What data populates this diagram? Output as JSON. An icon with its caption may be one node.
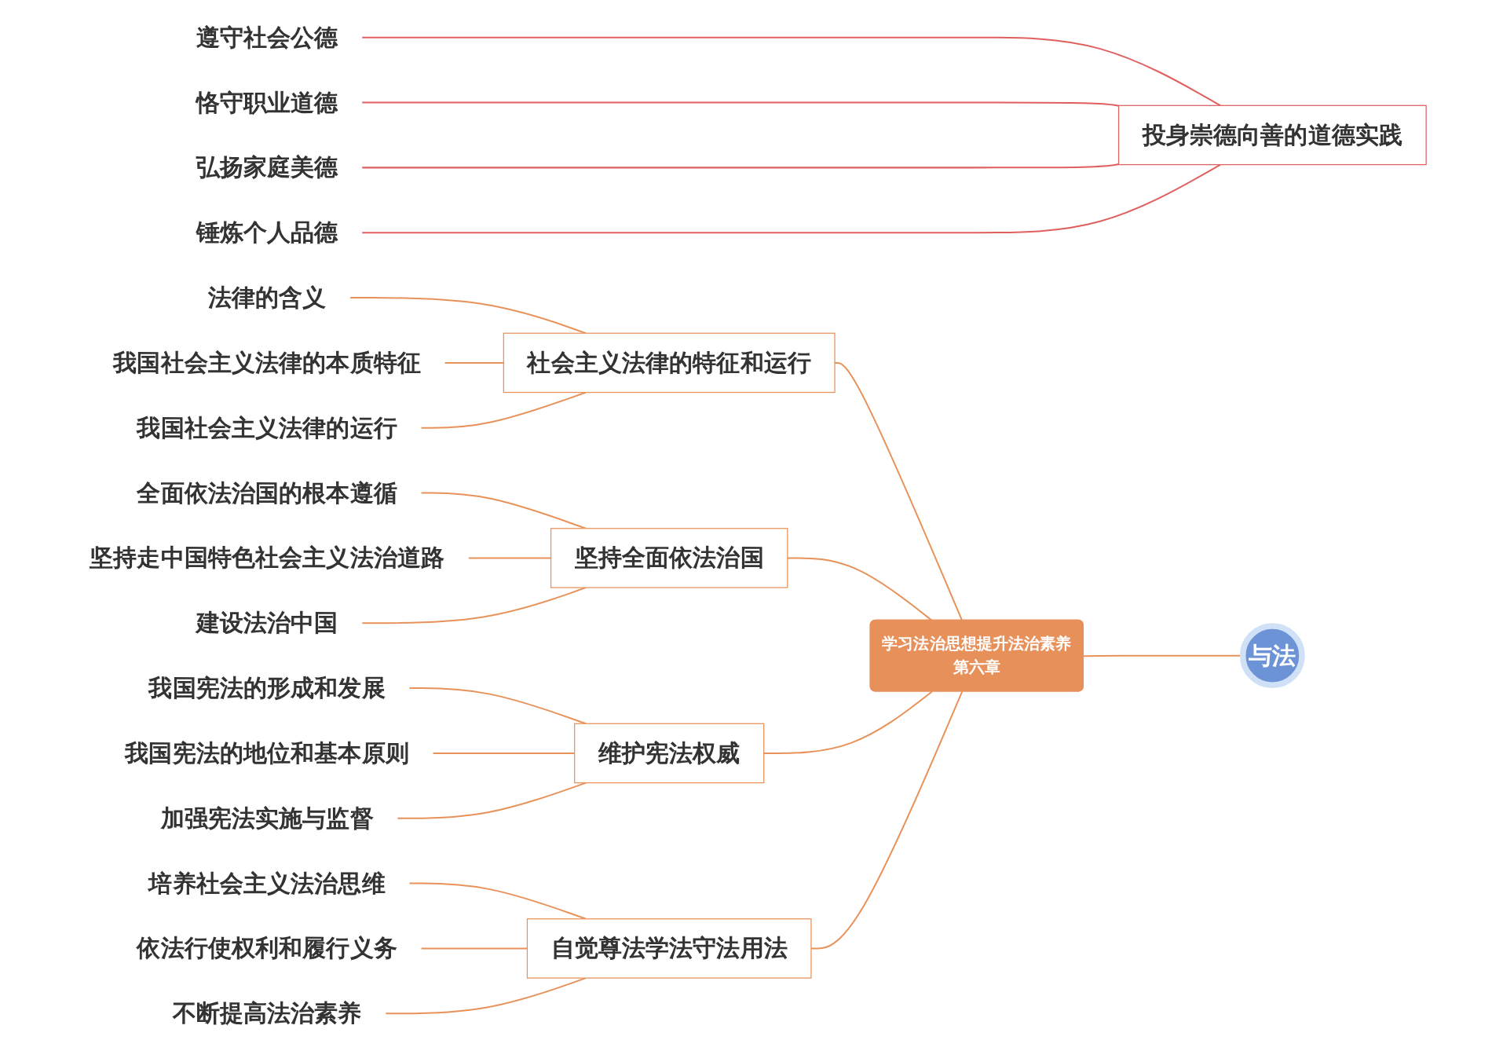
{
  "diagram": {
    "nodes": [
      {
        "text": [
          "投身崇德向善的道德实践"
        ]
      },
      {
        "text": [
          "遵守社会公德"
        ]
      },
      {
        "text": [
          "恪守职业道德"
        ]
      },
      {
        "text": [
          "弘扬家庭美德"
        ]
      },
      {
        "text": [
          "锤炼个人品德"
        ]
      },
      {
        "text": [
          "与法"
        ]
      },
      {
        "text": [
          "学习法治思想提升法治素养",
          "第六章"
        ]
      },
      {
        "text": [
          "社会主义法律的特征和运行"
        ]
      },
      {
        "text": [
          "法律的含义"
        ]
      },
      {
        "text": [
          "我国社会主义法律的本质特征"
        ]
      },
      {
        "text": [
          "我国社会主义法律的运行"
        ]
      },
      {
        "text": [
          "坚持全面依法治国"
        ]
      },
      {
        "text": [
          "全面依法治国的根本遵循"
        ]
      },
      {
        "text": [
          "坚持走中国特色社会主义法治道路"
        ]
      },
      {
        "text": [
          "建设法治中国"
        ]
      },
      {
        "text": [
          "维护宪法权威"
        ]
      },
      {
        "text": [
          "我国宪法的形成和发展"
        ]
      },
      {
        "text": [
          "我国宪法的地位和基本原则"
        ]
      },
      {
        "text": [
          "加强宪法实施与监督"
        ]
      },
      {
        "text": [
          "自觉尊法学法守法用法"
        ]
      },
      {
        "text": [
          "培养社会主义法治思维"
        ]
      },
      {
        "text": [
          "依法行使权利和履行义务"
        ]
      },
      {
        "text": [
          "不断提高法治素养"
        ]
      }
    ],
    "edges": [
      {
        "from": 0,
        "to": 1,
        "arrow": "none",
        "color": "#e06060"
      },
      {
        "from": 0,
        "to": 2,
        "arrow": "none",
        "color": "#e06060"
      },
      {
        "from": 0,
        "to": 3,
        "arrow": "none",
        "color": "#e06060"
      },
      {
        "from": 0,
        "to": 4,
        "arrow": "none",
        "color": "#e06060"
      },
      {
        "from": 5,
        "to": 6,
        "arrow": "none"
      },
      {
        "from": 6,
        "to": 7,
        "arrow": "none"
      },
      {
        "from": 7,
        "to": 8,
        "arrow": "none"
      },
      {
        "from": 7,
        "to": 9,
        "arrow": "none"
      },
      {
        "from": 7,
        "to": 10,
        "arrow": "none"
      },
      {
        "from": 6,
        "to": 11,
        "arrow": "none"
      },
      {
        "from": 11,
        "to": 12,
        "arrow": "none"
      },
      {
        "from": 11,
        "to": 13,
        "arrow": "none"
      },
      {
        "from": 11,
        "to": 14,
        "arrow": "none"
      },
      {
        "from": 6,
        "to": 15,
        "arrow": "none"
      },
      {
        "from": 15,
        "to": 16,
        "arrow": "none"
      },
      {
        "from": 15,
        "to": 17,
        "arrow": "none"
      },
      {
        "from": 15,
        "to": 18,
        "arrow": "none"
      },
      {
        "from": 6,
        "to": 19,
        "arrow": "none"
      },
      {
        "from": 19,
        "to": 20,
        "arrow": "none"
      },
      {
        "from": 19,
        "to": 21,
        "arrow": "none"
      },
      {
        "from": 19,
        "to": 22,
        "arrow": "none"
      }
    ]
  }
}
